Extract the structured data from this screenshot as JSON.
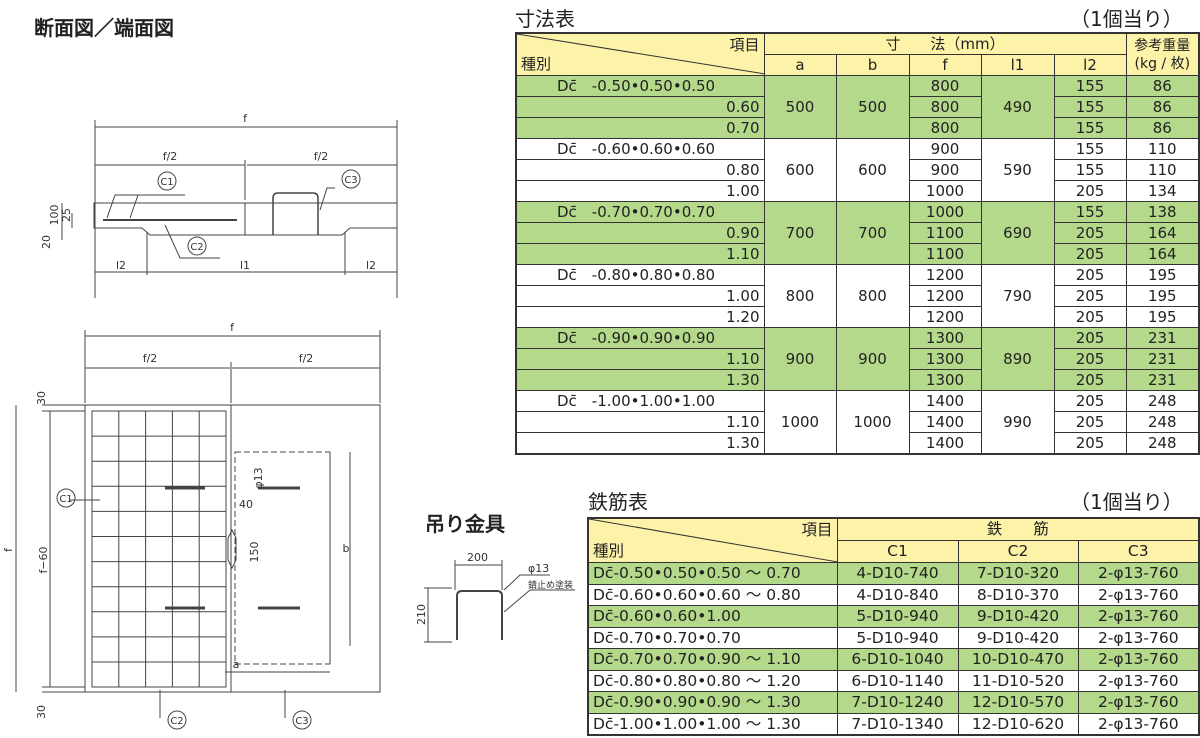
{
  "titles": {
    "section": "断面図／端面図",
    "dims_table": "寸法表",
    "per_piece": "（1個当り）",
    "rebar_table": "鉄筋表",
    "per_piece2": "（1個当り）",
    "hanger": "吊り金具"
  },
  "section_drawing": {
    "f": "f",
    "f_half_left": "f/2",
    "f_half_right": "f/2",
    "c1": "C1",
    "c2": "C2",
    "c3": "C3",
    "d100": "100",
    "d25": "25",
    "d20": "20",
    "l2_left": "l2",
    "l1": "l1",
    "l2_right": "l2"
  },
  "plan_drawing": {
    "f": "f",
    "f_half_left": "f/2",
    "f_half_right": "f/2",
    "d30_top": "30",
    "d30_bottom": "30",
    "f_outer": "f",
    "f60": "f−60",
    "c1": "C1",
    "c2": "C2",
    "c3": "C3",
    "phi13": "φ13",
    "d40": "40",
    "d150": "150",
    "b": "b",
    "a": "a"
  },
  "hanger_drawing": {
    "width": "200",
    "height": "210",
    "phi": "φ13",
    "note": "錆止め塗装"
  },
  "dims": {
    "header": {
      "item": "項目",
      "type": "種別",
      "dims": "寸　　法（mm）",
      "weight": "参考重量\n(kg / 枚)",
      "weight1": "参考重量",
      "weight2": "(kg / 枚)",
      "cols": [
        "a",
        "b",
        "f",
        "l1",
        "l2"
      ]
    },
    "groups": [
      {
        "name": "Dc̄　-0.50•0.50•0.50",
        "a": "500",
        "b": "500",
        "l1": "490",
        "green": true,
        "rows": [
          {
            "label": "Dc̄　-0.50•0.50•0.50",
            "f": "800",
            "l2": "155",
            "w": "86"
          },
          {
            "label": "0.60",
            "f": "800",
            "l2": "155",
            "w": "86"
          },
          {
            "label": "0.70",
            "f": "800",
            "l2": "155",
            "w": "86"
          }
        ]
      },
      {
        "name": "Dc̄　-0.60•0.60•0.60",
        "a": "600",
        "b": "600",
        "l1": "590",
        "green": false,
        "rows": [
          {
            "label": "Dc̄　-0.60•0.60•0.60",
            "f": "900",
            "l2": "155",
            "w": "110"
          },
          {
            "label": "0.80",
            "f": "900",
            "l2": "155",
            "w": "110"
          },
          {
            "label": "1.00",
            "f": "1000",
            "l2": "205",
            "w": "134"
          }
        ]
      },
      {
        "name": "Dc̄　-0.70•0.70•0.70",
        "a": "700",
        "b": "700",
        "l1": "690",
        "green": true,
        "rows": [
          {
            "label": "Dc̄　-0.70•0.70•0.70",
            "f": "1000",
            "l2": "155",
            "w": "138"
          },
          {
            "label": "0.90",
            "f": "1100",
            "l2": "205",
            "w": "164"
          },
          {
            "label": "1.10",
            "f": "1100",
            "l2": "205",
            "w": "164"
          }
        ]
      },
      {
        "name": "Dc̄　-0.80•0.80•0.80",
        "a": "800",
        "b": "800",
        "l1": "790",
        "green": false,
        "rows": [
          {
            "label": "Dc̄　-0.80•0.80•0.80",
            "f": "1200",
            "l2": "205",
            "w": "195"
          },
          {
            "label": "1.00",
            "f": "1200",
            "l2": "205",
            "w": "195"
          },
          {
            "label": "1.20",
            "f": "1200",
            "l2": "205",
            "w": "195"
          }
        ]
      },
      {
        "name": "Dc̄　-0.90•0.90•0.90",
        "a": "900",
        "b": "900",
        "l1": "890",
        "green": true,
        "rows": [
          {
            "label": "Dc̄　-0.90•0.90•0.90",
            "f": "1300",
            "l2": "205",
            "w": "231"
          },
          {
            "label": "1.10",
            "f": "1300",
            "l2": "205",
            "w": "231"
          },
          {
            "label": "1.30",
            "f": "1300",
            "l2": "205",
            "w": "231"
          }
        ]
      },
      {
        "name": "Dc̄　-1.00•1.00•1.00",
        "a": "1000",
        "b": "1000",
        "l1": "990",
        "green": false,
        "rows": [
          {
            "label": "Dc̄　-1.00•1.00•1.00",
            "f": "1400",
            "l2": "205",
            "w": "248"
          },
          {
            "label": "1.10",
            "f": "1400",
            "l2": "205",
            "w": "248"
          },
          {
            "label": "1.30",
            "f": "1400",
            "l2": "205",
            "w": "248"
          }
        ]
      }
    ]
  },
  "rebar": {
    "header": {
      "item": "項目",
      "type": "種別",
      "rebar": "鉄　　筋",
      "cols": [
        "C1",
        "C2",
        "C3"
      ]
    },
    "rows": [
      {
        "type": "Dc̄-0.50•0.50•0.50 ～ 0.70",
        "c1": "4-D10-740",
        "c2": "7-D10-320",
        "c3": "2-φ13-760",
        "green": true
      },
      {
        "type": "Dc̄-0.60•0.60•0.60 ～ 0.80",
        "c1": "4-D10-840",
        "c2": "8-D10-370",
        "c3": "2-φ13-760",
        "green": false
      },
      {
        "type": "Dc̄-0.60•0.60•1.00",
        "c1": "5-D10-940",
        "c2": "9-D10-420",
        "c3": "2-φ13-760",
        "green": true
      },
      {
        "type": "Dc̄-0.70•0.70•0.70",
        "c1": "5-D10-940",
        "c2": "9-D10-420",
        "c3": "2-φ13-760",
        "green": false
      },
      {
        "type": "Dc̄-0.70•0.70•0.90 ～ 1.10",
        "c1": "6-D10-1040",
        "c2": "10-D10-470",
        "c3": "2-φ13-760",
        "green": true
      },
      {
        "type": "Dc̄-0.80•0.80•0.80 ～ 1.20",
        "c1": "6-D10-1140",
        "c2": "11-D10-520",
        "c3": "2-φ13-760",
        "green": false
      },
      {
        "type": "Dc̄-0.90•0.90•0.90 ～ 1.30",
        "c1": "7-D10-1240",
        "c2": "12-D10-570",
        "c3": "2-φ13-760",
        "green": true
      },
      {
        "type": "Dc̄-1.00•1.00•1.00 ～ 1.30",
        "c1": "7-D10-1340",
        "c2": "12-D10-620",
        "c3": "2-φ13-760",
        "green": false
      }
    ]
  }
}
